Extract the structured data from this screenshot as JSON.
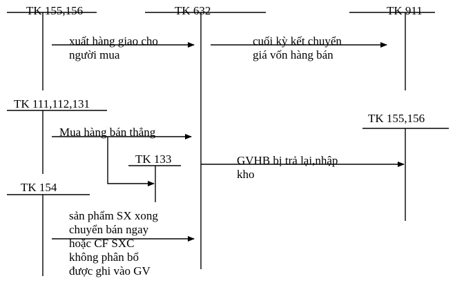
{
  "accounts": {
    "tk155_top": "TK 155,156",
    "tk632": "TK 632",
    "tk911": "TK 911",
    "tk111": "TK 111,112,131",
    "tk155_right": "TK 155,156",
    "tk133": "TK 133",
    "tk154": "TK 154"
  },
  "flows": {
    "ship_to_buyer": "xuất hàng giao cho\nngười mua",
    "transfer_cost": "cuối kỳ kết chuyển\ngiá vốn hàng bán",
    "direct_purchase": "Mua hàng bán thẳng",
    "returned_goods": "GVHB bị trả lại,nhập\nkho",
    "production_sale": "sản phẩm SX xong\nchuyển bán ngay\nhoặc CF SXC\nkhông phân bổ\nđược ghi vào GV"
  }
}
